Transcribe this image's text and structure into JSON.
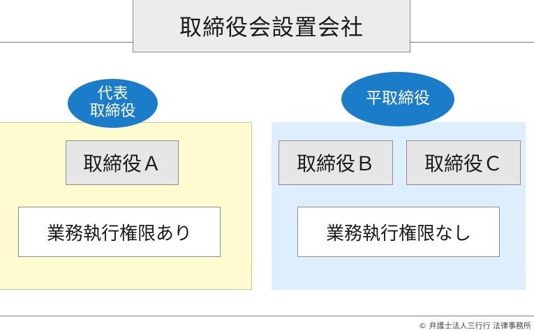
{
  "title": "取締役会設置会社",
  "left": {
    "badge_line1": "代表",
    "badge_line2": "取締役",
    "director": "取締役Ａ",
    "authority": "業務執行権限あり"
  },
  "right": {
    "badge": "平取締役",
    "director_b": "取締役Ｂ",
    "director_c": "取締役Ｃ",
    "authority": "業務執行権限なし"
  },
  "footer": {
    "copyright": "© 弁護士法人三行行 法律事務所"
  },
  "colors": {
    "badge": "#1b7dc9",
    "left_panel": "#fdfbcf",
    "right_panel": "#ddeefc",
    "director_box": "#e6e6e6"
  }
}
